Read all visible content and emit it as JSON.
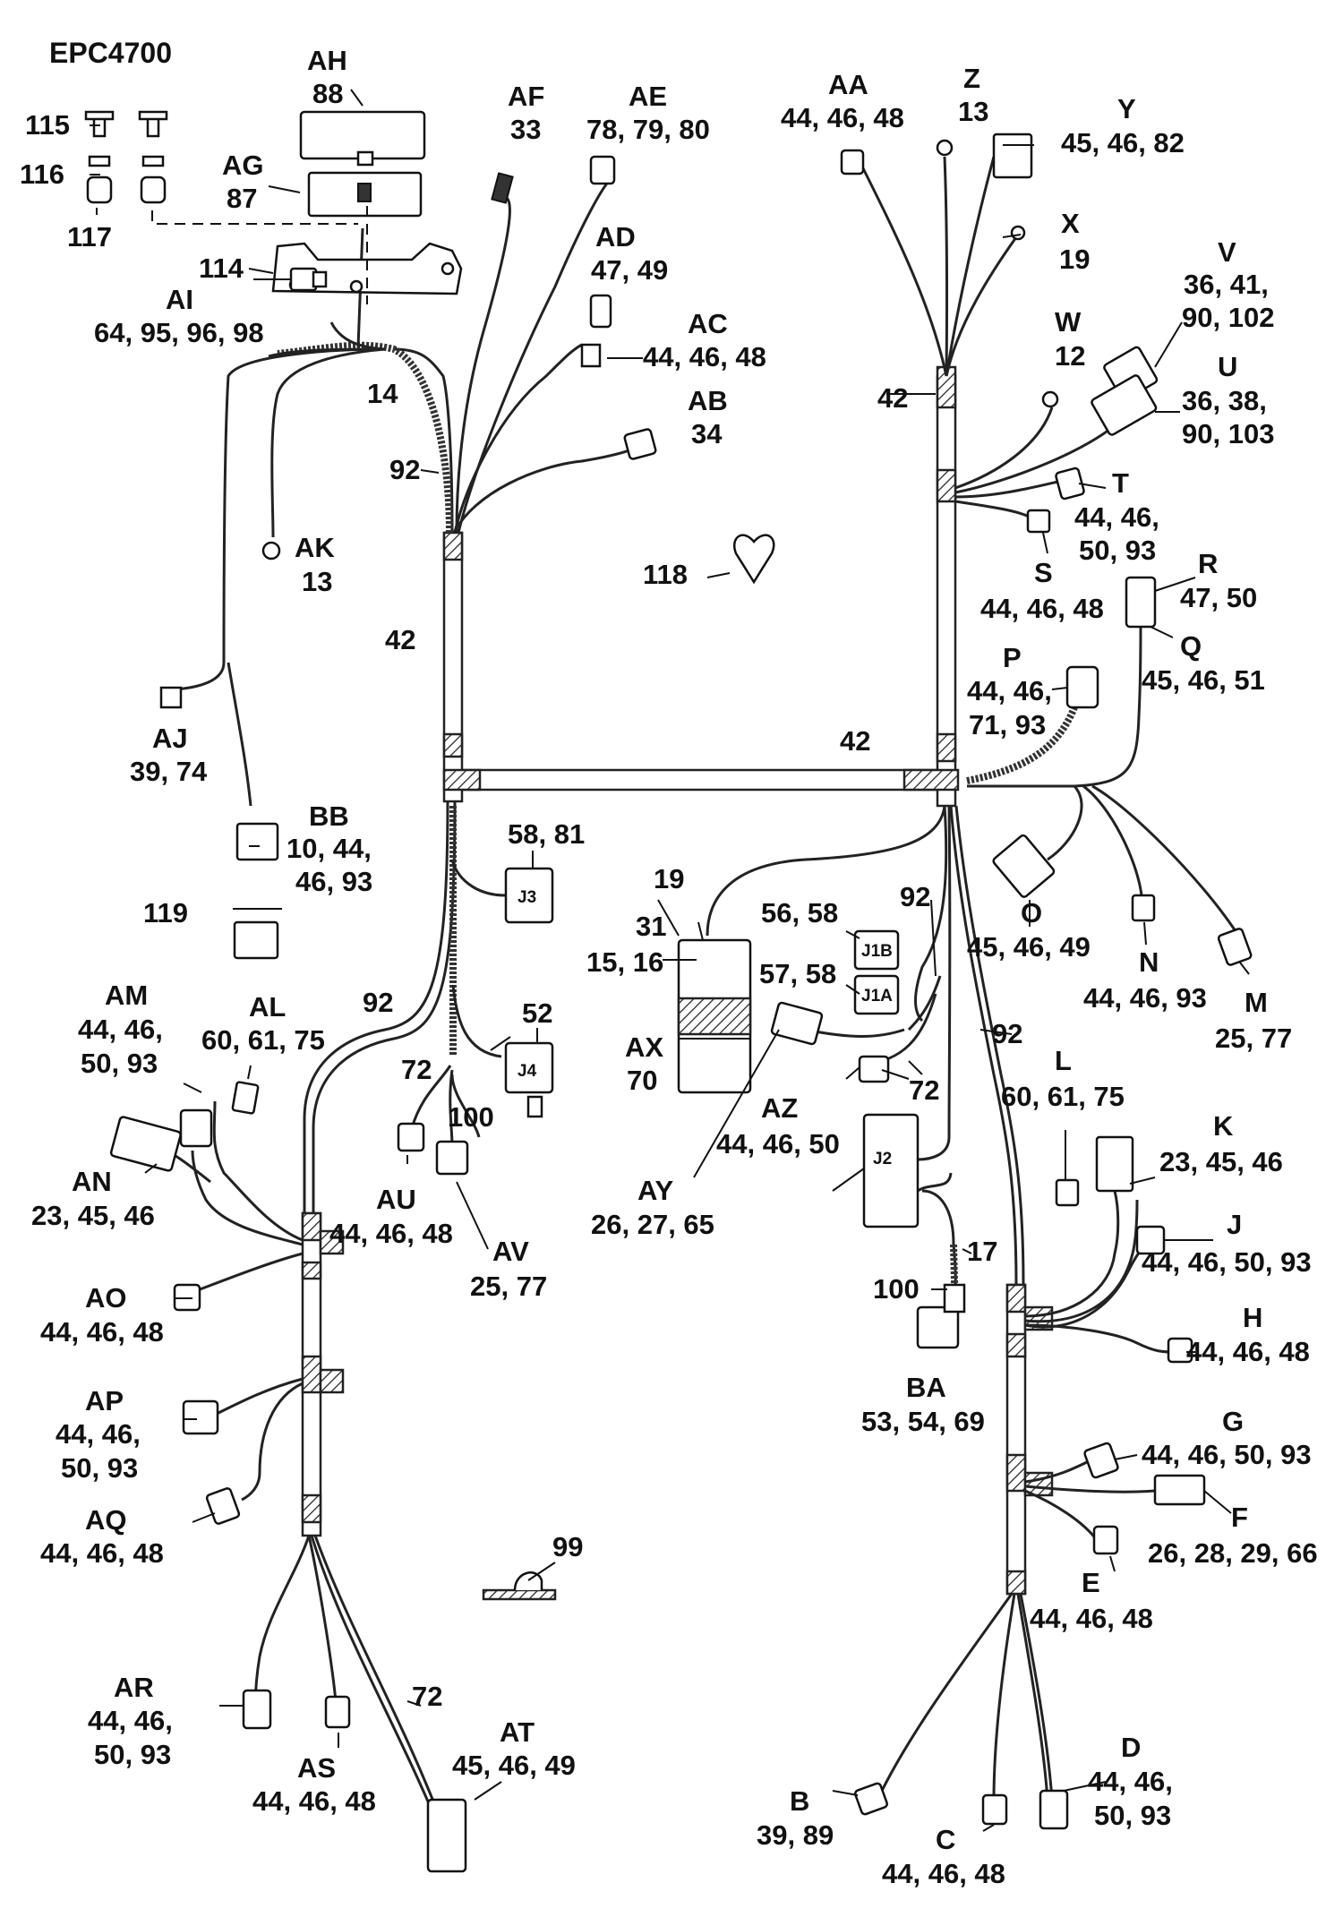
{
  "figure_id": "EPC4700",
  "callouts": {
    "AH": {
      "letter": "AH",
      "parts": "88"
    },
    "AG": {
      "letter": "AG",
      "parts": "87"
    },
    "AF": {
      "letter": "AF",
      "parts": "33"
    },
    "AE": {
      "letter": "AE",
      "parts": "78, 79, 80"
    },
    "AD": {
      "letter": "AD",
      "parts": "47, 49"
    },
    "AC": {
      "letter": "AC",
      "parts": "44, 46, 48"
    },
    "AB": {
      "letter": "AB",
      "parts": "34"
    },
    "AI": {
      "letter": "AI",
      "parts": "64, 95, 96, 98"
    },
    "AK": {
      "letter": "AK",
      "parts": "13"
    },
    "AJ": {
      "letter": "AJ",
      "parts": "39, 74"
    },
    "BB": {
      "letter": "BB",
      "parts_l1": "10, 44,",
      "parts_l2": "46, 93"
    },
    "AA": {
      "letter": "AA",
      "parts": "44, 46, 48"
    },
    "Z": {
      "letter": "Z",
      "parts": "13"
    },
    "Y": {
      "letter": "Y",
      "parts": "45, 46, 82"
    },
    "X": {
      "letter": "X",
      "parts": "19"
    },
    "V": {
      "letter": "V",
      "parts_l1": "36, 41,",
      "parts_l2": "90, 102"
    },
    "W": {
      "letter": "W",
      "parts": "12"
    },
    "U": {
      "letter": "U",
      "parts_l1": "36, 38,",
      "parts_l2": "90, 103"
    },
    "T": {
      "letter": "T",
      "parts_l1": "44, 46,",
      "parts_l2": "50, 93"
    },
    "S": {
      "letter": "S",
      "parts": "44, 46, 48"
    },
    "R": {
      "letter": "R",
      "parts": "47, 50"
    },
    "Q": {
      "letter": "Q",
      "parts": "45, 46, 51"
    },
    "P": {
      "letter": "P",
      "parts_l1": "44, 46,",
      "parts_l2": "71, 93"
    },
    "O": {
      "letter": "O",
      "parts": "45, 46, 49"
    },
    "N": {
      "letter": "N",
      "parts": "44, 46, 93"
    },
    "M": {
      "letter": "M",
      "parts": "25, 77"
    },
    "L": {
      "letter": "L",
      "parts": "60, 61, 75"
    },
    "K": {
      "letter": "K",
      "parts": "23, 45, 46"
    },
    "J": {
      "letter": "J",
      "parts": "44, 46, 50, 93"
    },
    "H": {
      "letter": "H",
      "parts": "44, 46, 48"
    },
    "G": {
      "letter": "G",
      "parts": "44, 46, 50, 93"
    },
    "F": {
      "letter": "F",
      "parts": "26, 28, 29, 66"
    },
    "E": {
      "letter": "E",
      "parts": "44, 46, 48"
    },
    "D": {
      "letter": "D",
      "parts_l1": "44, 46,",
      "parts_l2": "50, 93"
    },
    "C": {
      "letter": "C",
      "parts": "44, 46, 48"
    },
    "B": {
      "letter": "B",
      "parts": "39, 89"
    },
    "BA": {
      "letter": "BA",
      "parts": "53, 54, 69"
    },
    "AX": {
      "letter": "AX",
      "parts": "70"
    },
    "AY": {
      "letter": "AY",
      "parts": "26, 27, 65"
    },
    "AZ": {
      "letter": "AZ",
      "parts": "44, 46, 50"
    },
    "AM": {
      "letter": "AM",
      "parts_l1": "44, 46,",
      "parts_l2": "50, 93"
    },
    "AL": {
      "letter": "AL",
      "parts": "60, 61, 75"
    },
    "AN": {
      "letter": "AN",
      "parts": "23, 45, 46"
    },
    "AO": {
      "letter": "AO",
      "parts": "44, 46, 48"
    },
    "AP": {
      "letter": "AP",
      "parts_l1": "44, 46,",
      "parts_l2": "50, 93"
    },
    "AQ": {
      "letter": "AQ",
      "parts": "44, 46, 48"
    },
    "AR": {
      "letter": "AR",
      "parts_l1": "44, 46,",
      "parts_l2": "50, 93"
    },
    "AS": {
      "letter": "AS",
      "parts": "44, 46, 48"
    },
    "AT": {
      "letter": "AT",
      "parts": "45, 46, 49"
    },
    "AU": {
      "letter": "AU",
      "parts": "44, 46, 48"
    },
    "AV": {
      "letter": "AV",
      "parts": "25, 77"
    }
  },
  "part_numbers": {
    "n115": "115",
    "n116": "116",
    "n117": "117",
    "n114": "114",
    "n14": "14",
    "n92a": "92",
    "n42a": "42",
    "n42b": "42",
    "n42c": "42",
    "n118": "118",
    "n119": "119",
    "n58_81": "58, 81",
    "n19": "19",
    "n31": "31",
    "n15_16": "15, 16",
    "n56_58": "56, 58",
    "n57_58": "57, 58",
    "n92b": "92",
    "n92c": "92",
    "n92d": "92",
    "n52": "52",
    "n72a": "72",
    "n100a": "100",
    "n72b": "72",
    "n17": "17",
    "n100b": "100",
    "n99": "99",
    "n72c": "72"
  },
  "connector_tags": {
    "j3": "J3",
    "j4": "J4",
    "j1b": "J1B",
    "j1a": "J1A",
    "j2": "J2"
  }
}
